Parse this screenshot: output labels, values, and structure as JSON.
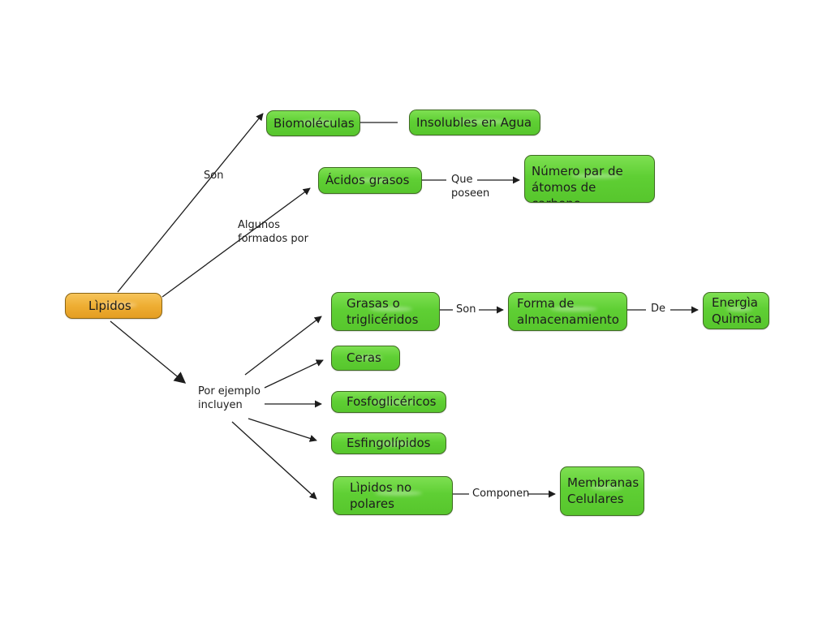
{
  "nodes": {
    "lipidos": "Lìpidos",
    "biomoleculas": "Biomoléculas",
    "insolubles": "Insolubles en Agua",
    "acidos": "Ácidos grasos",
    "numero_par": "Número par de\nátomos de carbono",
    "grasas": "Grasas o\ntriglicéridos",
    "forma": "Forma de\nalmacenamiento",
    "energia": "Energìa\nQuìmica",
    "ceras": "Ceras",
    "fosfo": "Fosfoglicéricos",
    "esfingo": "Esfingolípidos",
    "lipidos_no_polares": "Lìpidos no\npolares",
    "membranas": "Membranas\nCelulares"
  },
  "links": {
    "son_1": "Son",
    "algunos": "Algunos\nformados por",
    "que_poseen": "Que\nposeen",
    "son_2": "Son",
    "de": "De",
    "por_ejemplo": "Por ejemplo\nincluyen",
    "componen": "Componen"
  }
}
